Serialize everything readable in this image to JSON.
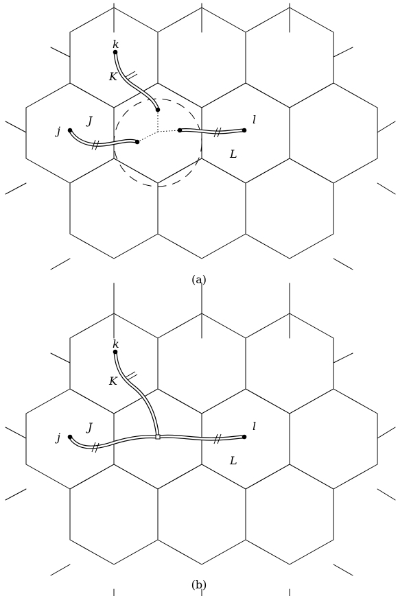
{
  "panels": [
    {
      "caption": "(a)",
      "labels": {
        "k": "k",
        "K": "K",
        "j": "j",
        "J": "J",
        "l": "l",
        "L": "L"
      }
    },
    {
      "caption": "(b)",
      "labels": {
        "k": "k",
        "K": "K",
        "j": "j",
        "J": "J",
        "l": "l",
        "L": "L"
      }
    }
  ]
}
